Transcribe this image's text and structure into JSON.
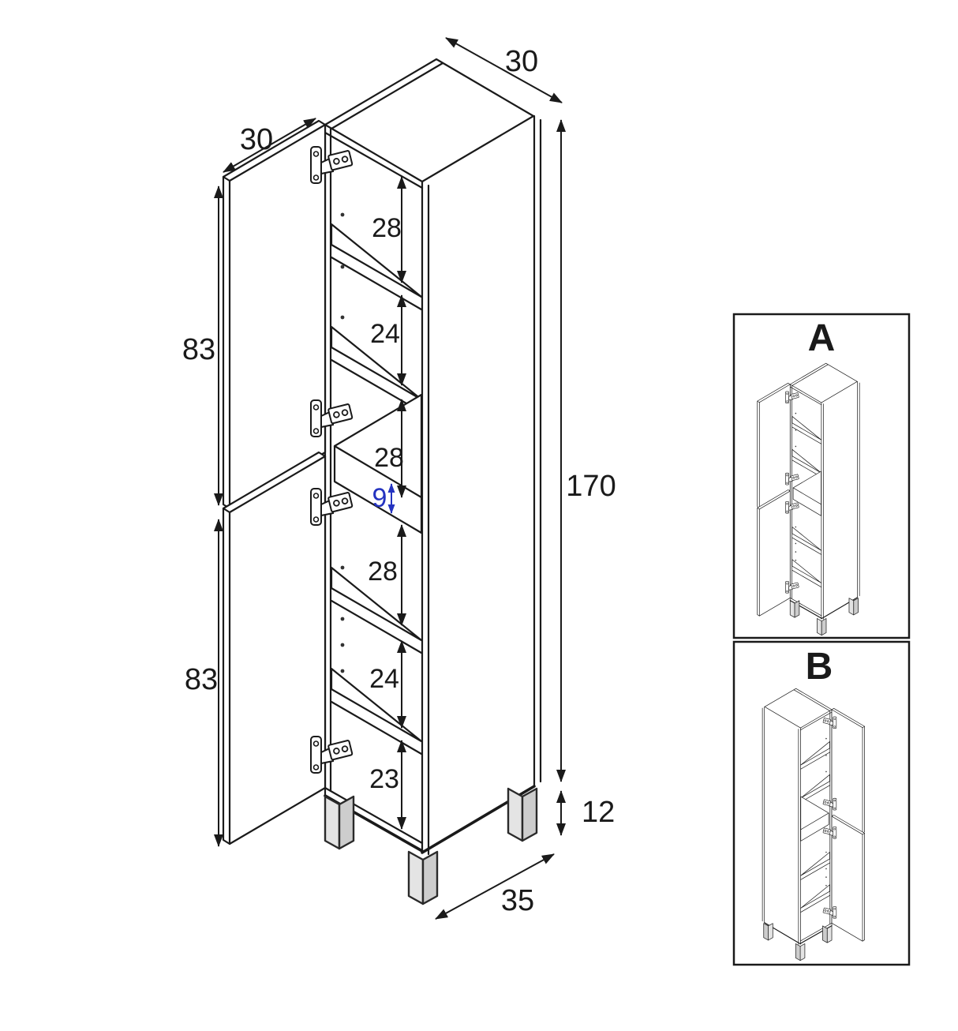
{
  "drawing": {
    "kind": "furniture-technical-drawing",
    "subject": "tall two-door cabinet with shelves, drawer band and legs",
    "colors": {
      "line": "#1a1a1a",
      "accent_blue": "#2433c0",
      "leg_light": "#e4e4e4",
      "leg_dark": "#cdcdcd",
      "background": "#ffffff"
    },
    "dims": {
      "top_width": "30",
      "door_width": "30",
      "total_height": "170",
      "leg_height": "12",
      "depth": "35",
      "upper_door_height": "83",
      "lower_door_height": "83",
      "gap_1": "28",
      "gap_2": "24",
      "gap_3": "28",
      "drawer_height": "9",
      "gap_4": "28",
      "gap_5": "24",
      "gap_6": "23"
    },
    "insets": {
      "first": "A",
      "second": "B"
    }
  }
}
